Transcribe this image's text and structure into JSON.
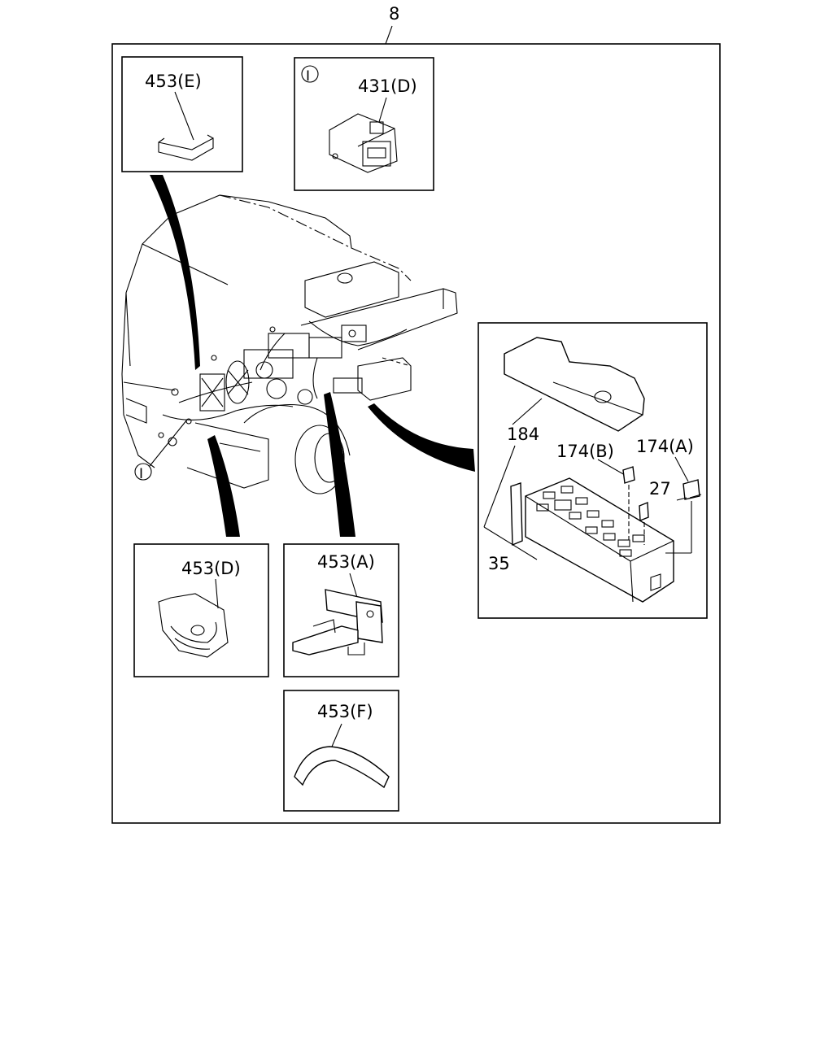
{
  "diagram": {
    "assembly_ref": "8",
    "inset_marker": "I",
    "callouts": {
      "part_453E": "453(E)",
      "part_431D": "431(D)",
      "part_453D": "453(D)",
      "part_453A": "453(A)",
      "part_453F": "453(F)",
      "part_184": "184",
      "part_174B": "174(B)",
      "part_174A": "174(A)",
      "part_27": "27",
      "part_35": "35"
    }
  }
}
